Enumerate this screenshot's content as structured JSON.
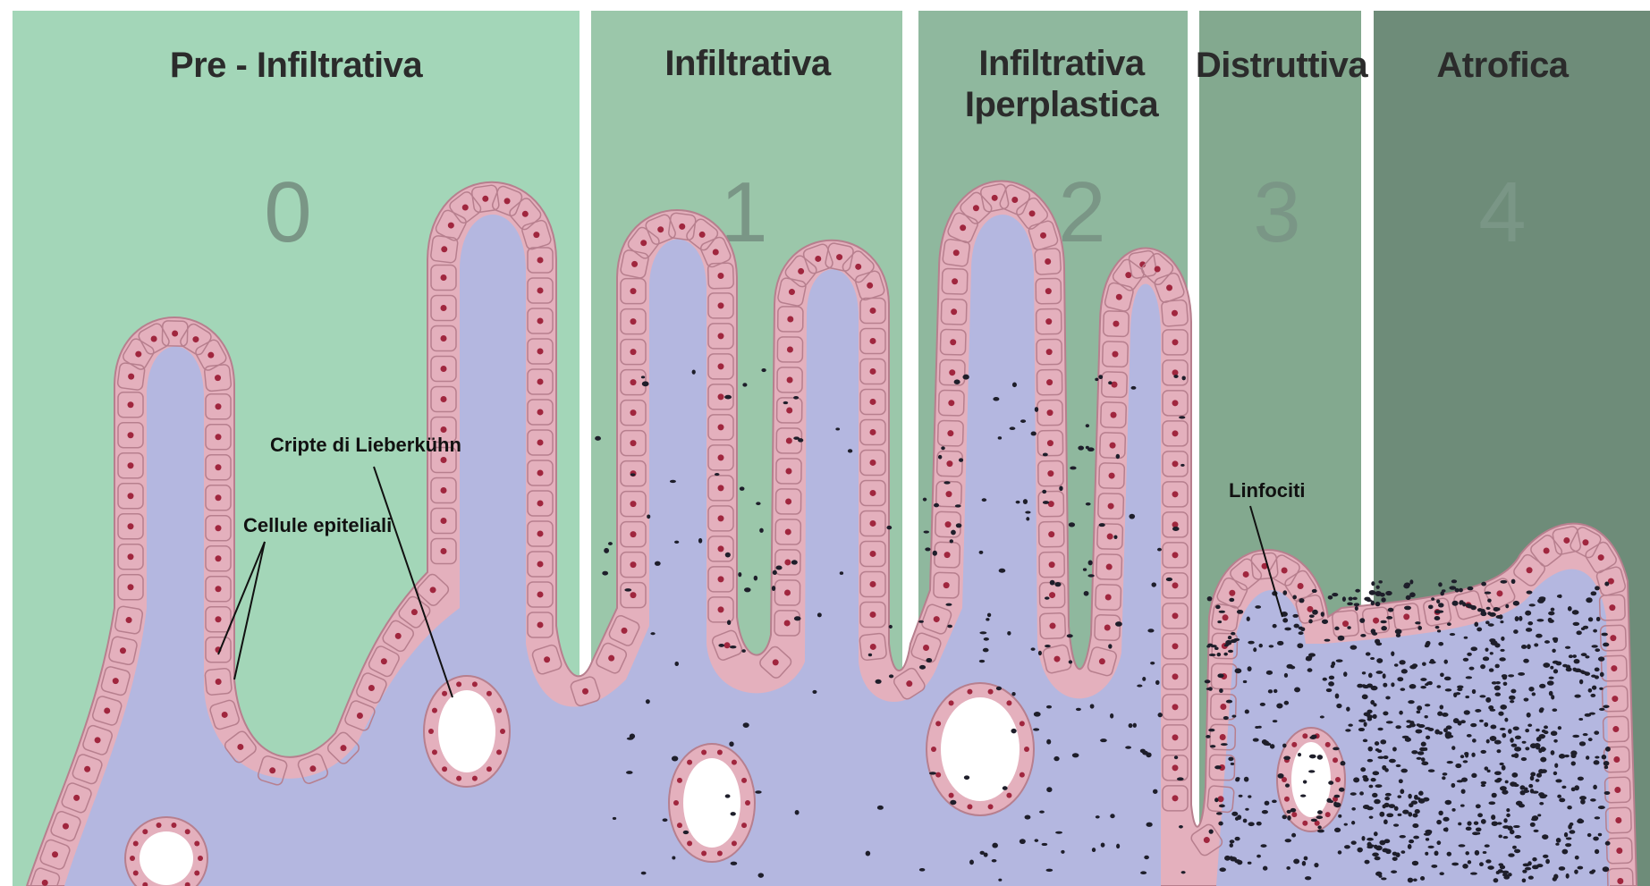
{
  "stages": [
    {
      "title_lines": [
        "Pre - Infiltrativa"
      ],
      "number": "0",
      "color": "#a3d6b8"
    },
    {
      "title_lines": [
        "Infiltrativa"
      ],
      "number": "1",
      "color": "#9bc7aa"
    },
    {
      "title_lines": [
        "Infiltrativa",
        "Iperplastica"
      ],
      "number": "2",
      "color": "#8fb89e"
    },
    {
      "title_lines": [
        "Distruttiva"
      ],
      "number": "3",
      "color": "#83a98f"
    },
    {
      "title_lines": [
        "Atrofica"
      ],
      "number": "4",
      "color": "#6e8c79"
    }
  ],
  "annotations": {
    "crypt": "Cripte di Lieberkühn",
    "epithelial": "Cellule epiteliali",
    "lymphocytes": "Linfociti"
  },
  "colors": {
    "tissue": "#b4b7e0",
    "epithelium": "#e4b0bd",
    "epithelium_stroke": "#b77f8e",
    "nucleus": "#a0263e",
    "lymphocyte": "#1e1e2a",
    "crypt_lumen": "#ffffff"
  }
}
